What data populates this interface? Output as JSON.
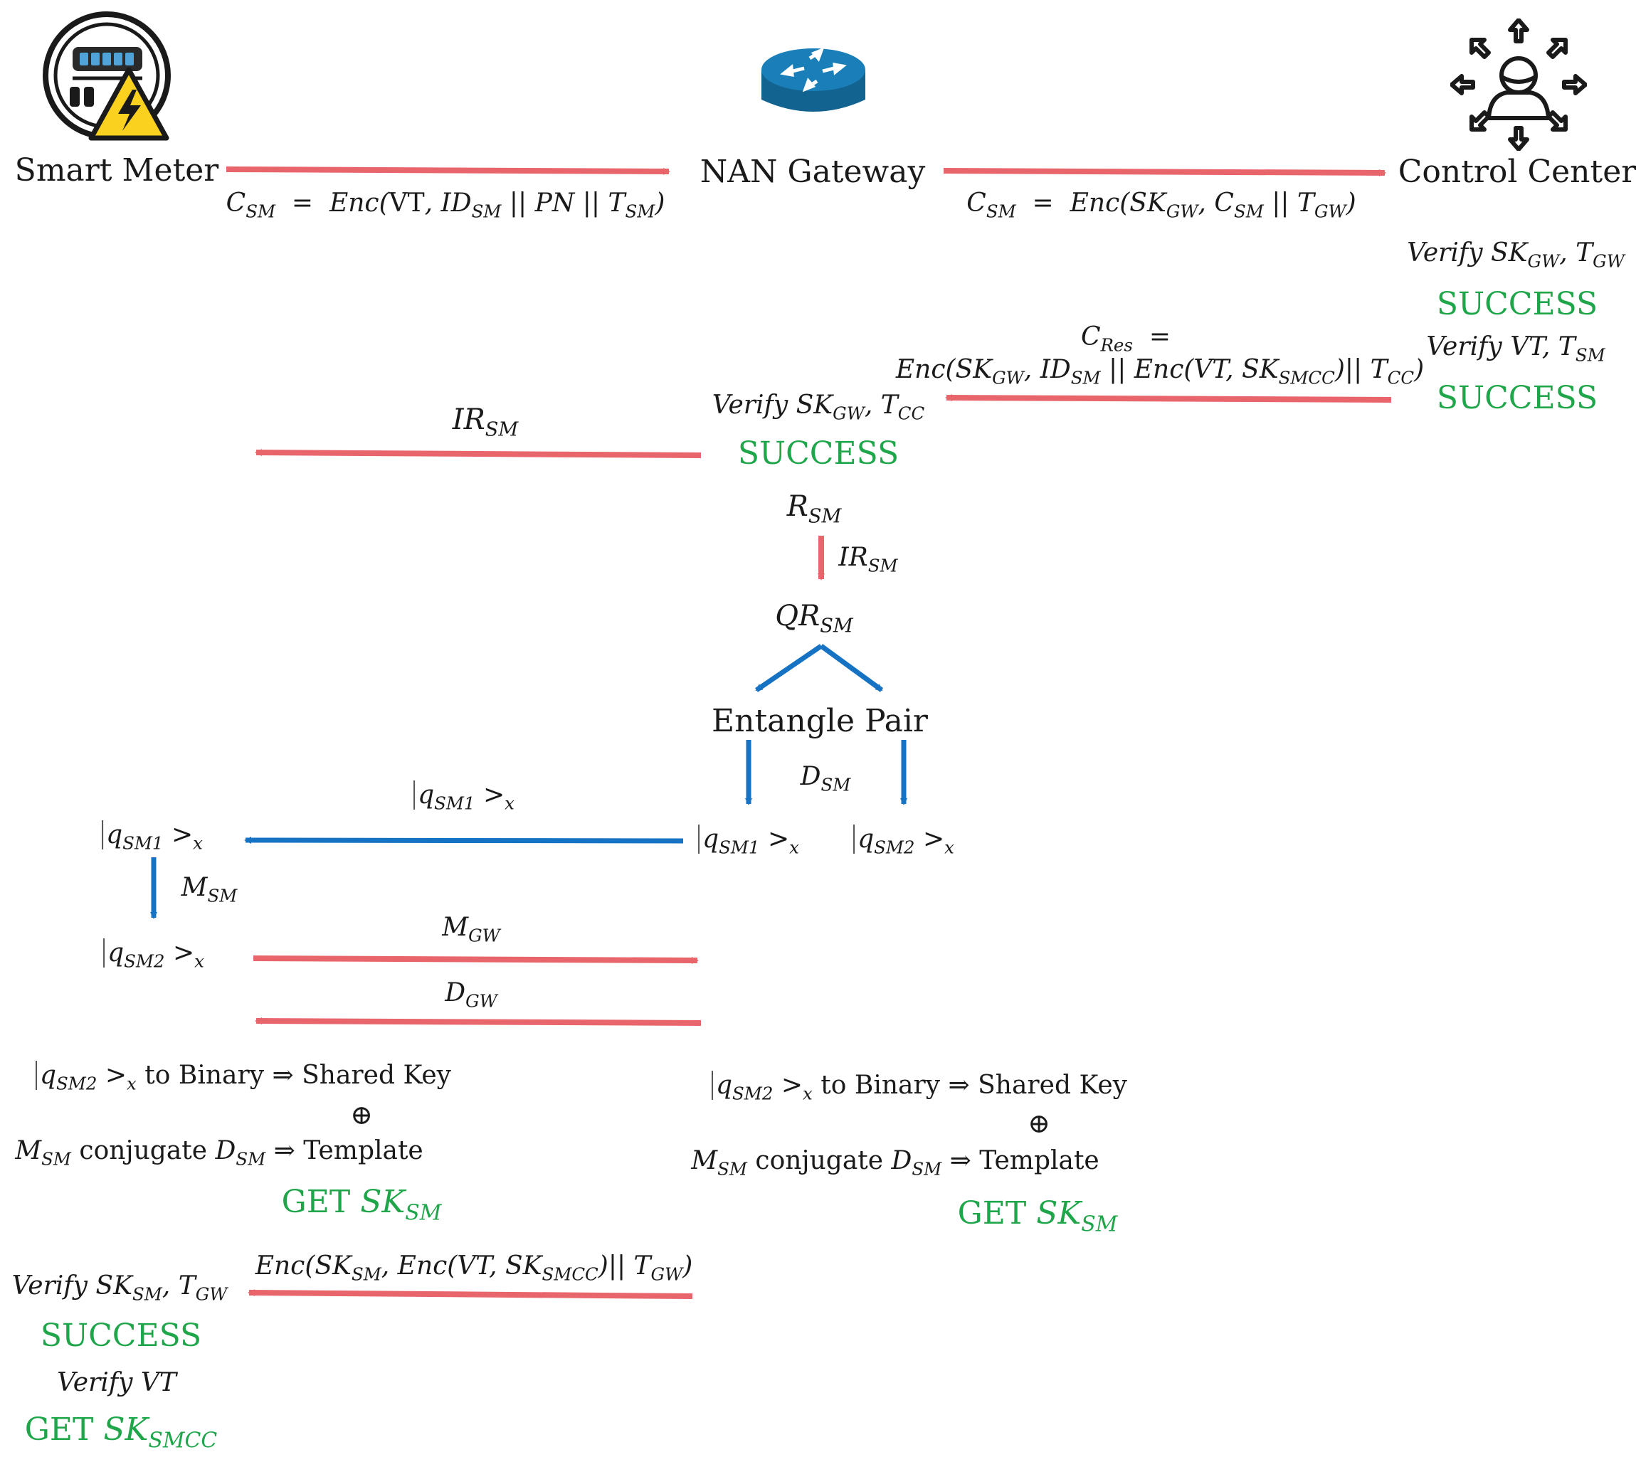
{
  "parties": {
    "smart_meter": "Smart Meter",
    "gateway": "NAN Gateway",
    "control_center": "Control Center"
  },
  "status": {
    "success": "SUCCESS"
  },
  "terms": {
    "to_binary": "to Binary",
    "shared_key": "Shared Key",
    "conjugate": "conjugate",
    "template": "Template",
    "get": "GET",
    "entangle_pair": "Entangle Pair",
    "verify": "Verify"
  },
  "colors": {
    "request_arrow": "#e8656b",
    "quantum_arrow": "#1672c2",
    "success_text": "#1fa64a",
    "gateway_icon": "#1675a8"
  },
  "icons": [
    "smart-meter-warning-icon",
    "router-icon",
    "control-center-network-icon"
  ]
}
